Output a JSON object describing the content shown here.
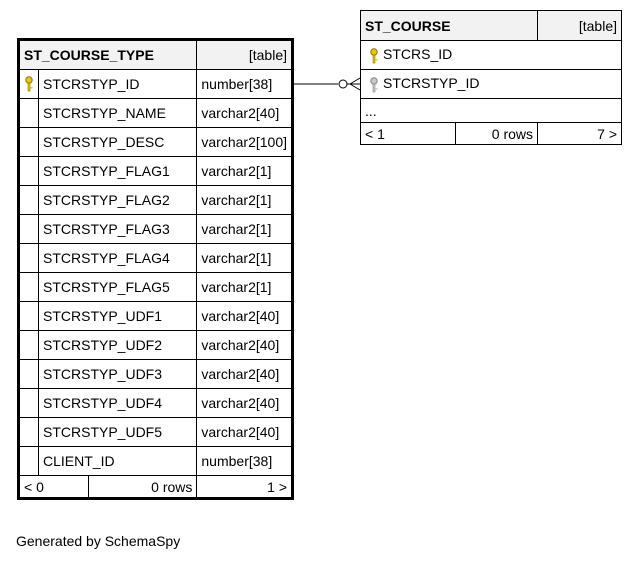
{
  "diagram": {
    "tables": [
      {
        "name": "ST_COURSE_TYPE",
        "kind": "[table]",
        "columns": [
          {
            "name": "STCRSTYP_ID",
            "type": "number[38]",
            "key": "primary"
          },
          {
            "name": "STCRSTYP_NAME",
            "type": "varchar2[40]",
            "key": ""
          },
          {
            "name": "STCRSTYP_DESC",
            "type": "varchar2[100]",
            "key": ""
          },
          {
            "name": "STCRSTYP_FLAG1",
            "type": "varchar2[1]",
            "key": ""
          },
          {
            "name": "STCRSTYP_FLAG2",
            "type": "varchar2[1]",
            "key": ""
          },
          {
            "name": "STCRSTYP_FLAG3",
            "type": "varchar2[1]",
            "key": ""
          },
          {
            "name": "STCRSTYP_FLAG4",
            "type": "varchar2[1]",
            "key": ""
          },
          {
            "name": "STCRSTYP_FLAG5",
            "type": "varchar2[1]",
            "key": ""
          },
          {
            "name": "STCRSTYP_UDF1",
            "type": "varchar2[40]",
            "key": ""
          },
          {
            "name": "STCRSTYP_UDF2",
            "type": "varchar2[40]",
            "key": ""
          },
          {
            "name": "STCRSTYP_UDF3",
            "type": "varchar2[40]",
            "key": ""
          },
          {
            "name": "STCRSTYP_UDF4",
            "type": "varchar2[40]",
            "key": ""
          },
          {
            "name": "STCRSTYP_UDF5",
            "type": "varchar2[40]",
            "key": ""
          },
          {
            "name": "CLIENT_ID",
            "type": "number[38]",
            "key": ""
          }
        ],
        "footer": {
          "parents": "< 0",
          "rows": "0 rows",
          "children": "1 >"
        }
      },
      {
        "name": "ST_COURSE",
        "kind": "[table]",
        "columns": [
          {
            "name": "STCRS_ID",
            "key": "primary"
          },
          {
            "name": "STCRSTYP_ID",
            "key": "foreign"
          }
        ],
        "more": "...",
        "footer": {
          "parents": "< 1",
          "rows": "0 rows",
          "children": "7 >"
        }
      }
    ],
    "relationships": [
      {
        "from": "ST_COURSE.STCRSTYP_ID",
        "to": "ST_COURSE_TYPE.STCRSTYP_ID"
      }
    ],
    "colors": {
      "primary_key": "#e8c800",
      "foreign_key": "#a8a8a8",
      "header_bg": "#f2f2f2",
      "line": "#000000"
    },
    "credit": "Generated by SchemaSpy"
  }
}
